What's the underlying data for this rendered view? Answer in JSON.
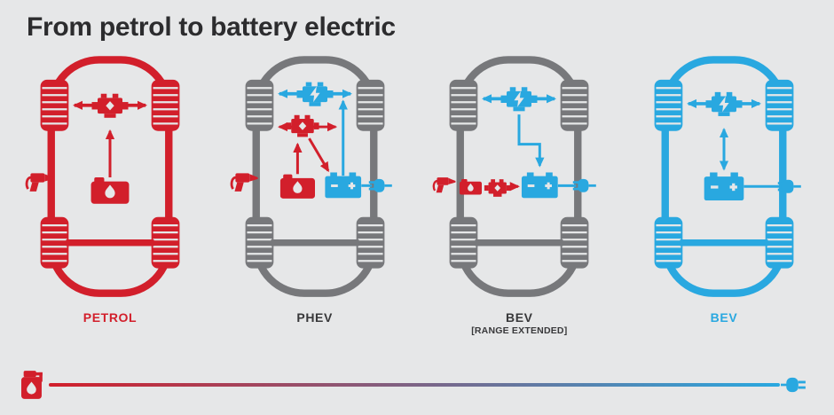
{
  "title": "From petrol to battery electric",
  "cars": [
    {
      "label": "PETROL",
      "sublabel": ""
    },
    {
      "label": "PHEV",
      "sublabel": ""
    },
    {
      "label": "BEV",
      "sublabel": "[RANGE EXTENDED]"
    },
    {
      "label": "BEV",
      "sublabel": ""
    }
  ],
  "colors": {
    "petrol_red": "#d21f2b",
    "electric_blue": "#29a8e0",
    "chassis_gray": "#77787b",
    "text_dark": "#2c2c2e",
    "background": "#e6e7e8"
  },
  "icons": {
    "engine": "engine-icon",
    "motor": "electric-motor-icon",
    "fuel_tank": "fuel-tank-icon",
    "battery": "battery-icon",
    "nozzle": "fuel-nozzle-icon",
    "plug": "charging-plug-icon",
    "spectrum_left": "fuel-pump-icon",
    "spectrum_right": "power-plug-icon"
  }
}
